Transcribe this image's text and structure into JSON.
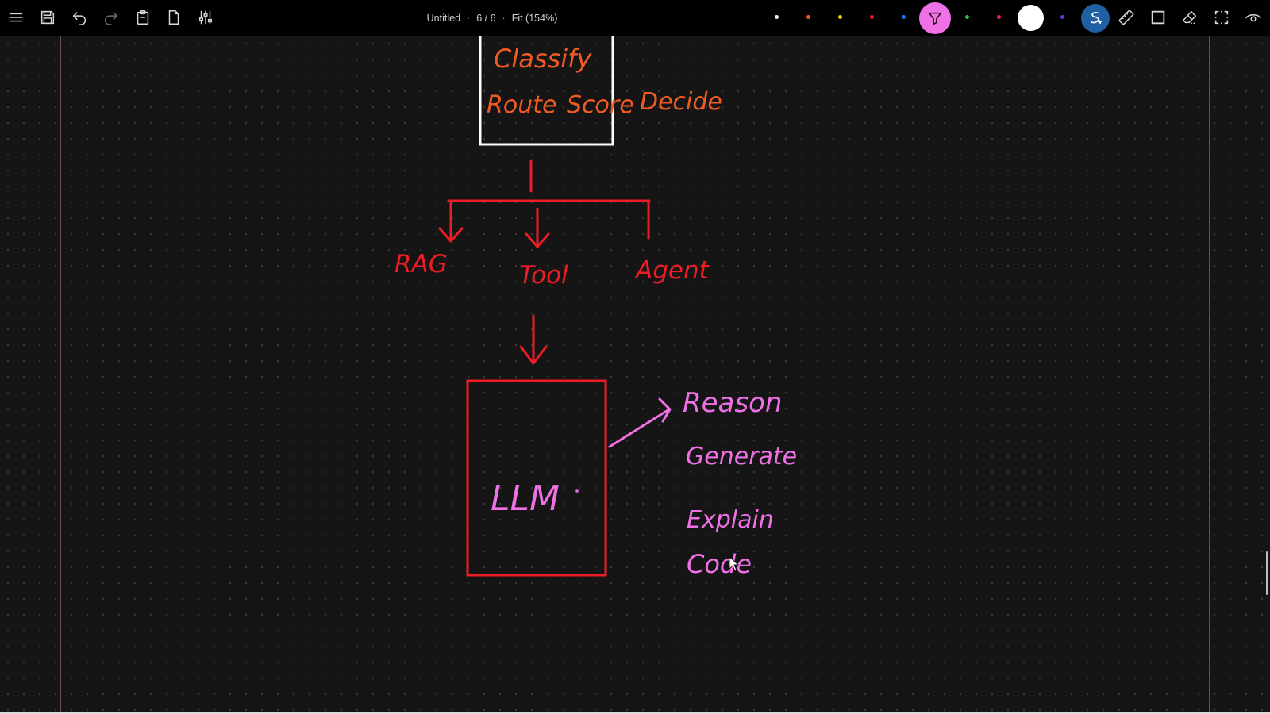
{
  "app": {
    "document_title": "Untitled",
    "page_indicator": "6 / 6",
    "zoom": "Fit (154%)",
    "separator": "·"
  },
  "toolbar": {
    "left_icons": [
      "menu-icon",
      "save-icon",
      "undo-icon",
      "redo-icon",
      "paste-icon",
      "new-page-icon",
      "settings-sliders-icon"
    ],
    "color_dots": [
      "#f2f2f2",
      "#f05a23",
      "#e8d020",
      "#ee1c24",
      "#1e6fe8",
      "#2fbf4a",
      "#e8207a",
      "#6a2fd6"
    ],
    "active_pen_color": "#f070e6",
    "right_icons": [
      "ink-to-shape-icon",
      "ruler-icon",
      "shape-icon",
      "eraser-icon",
      "lasso-select-icon",
      "view-icon"
    ]
  },
  "canvas": {
    "ink_colors": {
      "orange": "#f05a23",
      "red": "#ee1c24",
      "pink": "#f070e6",
      "white": "#ffffff"
    },
    "orange_words": [
      "Classify",
      "Route",
      "Score",
      "Decide"
    ],
    "branch_labels": [
      "RAG",
      "Tool",
      "Agent"
    ],
    "llm_label": "LLM",
    "llm_capabilities": [
      "Reason",
      "Generate",
      "Explain",
      "Code"
    ]
  }
}
